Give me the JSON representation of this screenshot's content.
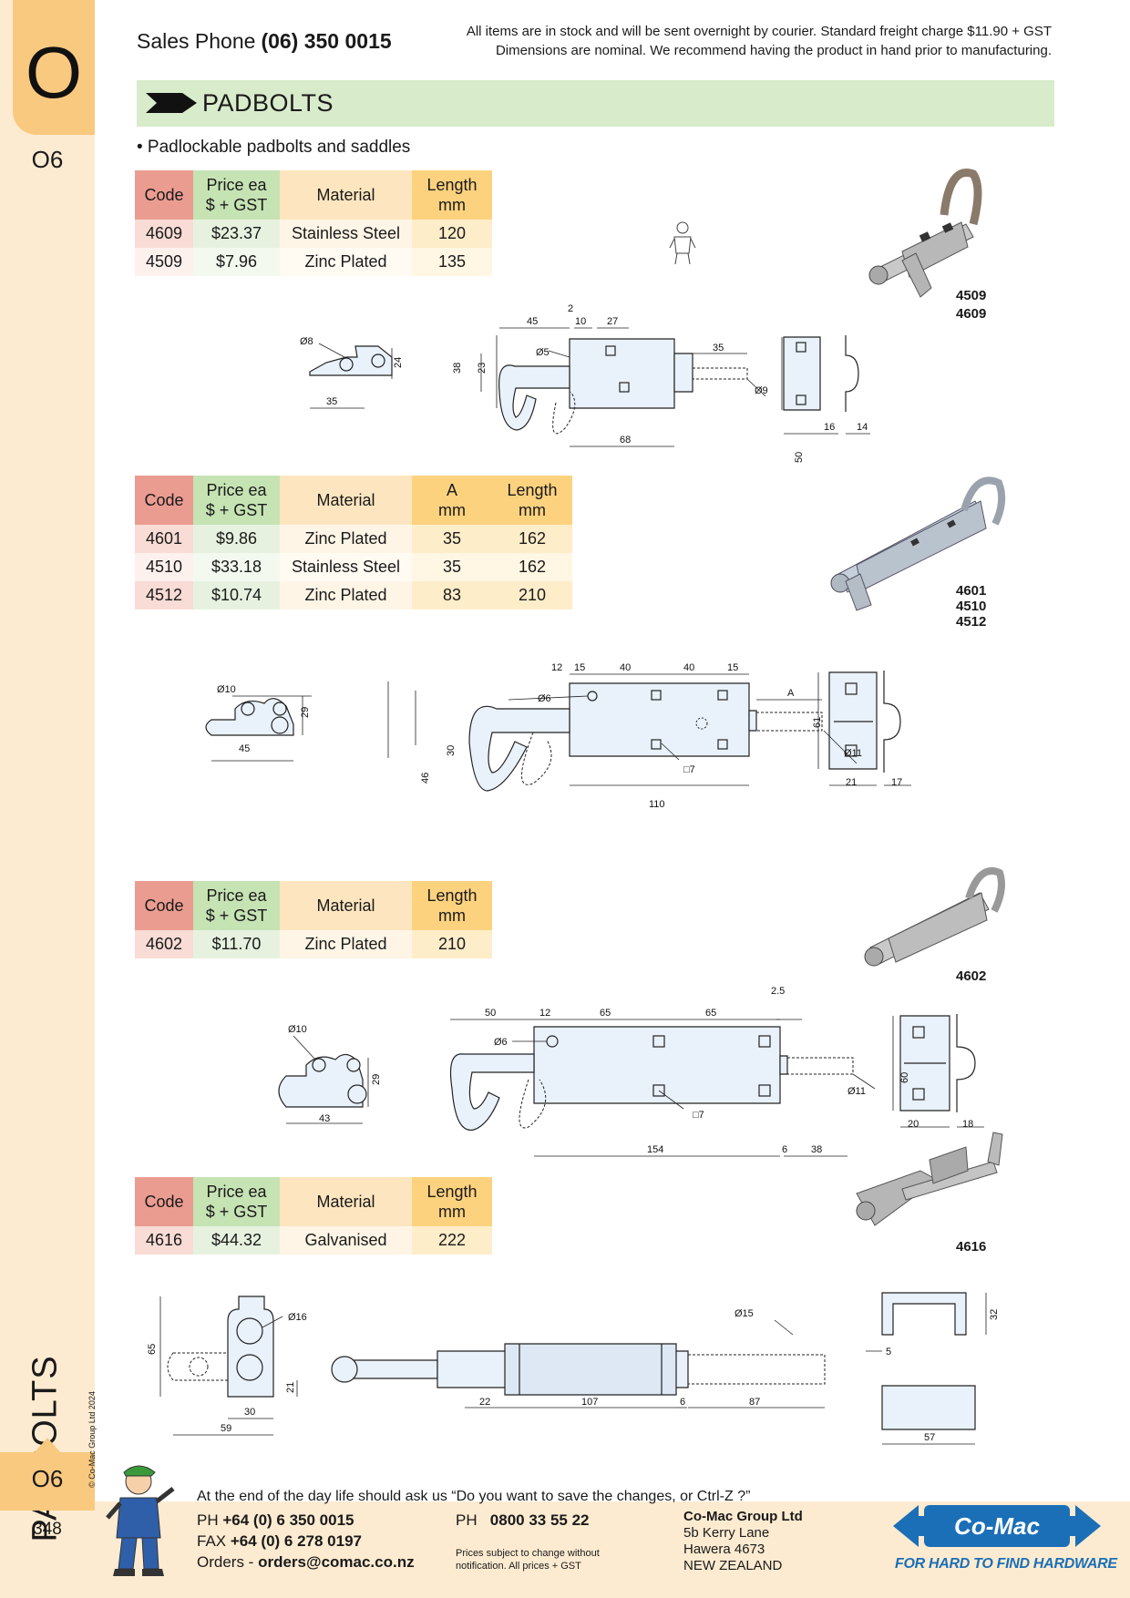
{
  "sidebar": {
    "letter": "O",
    "section_code_top": "O6",
    "vertical_title": "PADBOLTS",
    "section_code_bottom": "O6",
    "page_number": "348",
    "copyright": "© Co-Mac Group Ltd 2024"
  },
  "header": {
    "sales_label": "Sales Phone",
    "sales_phone": "(06) 350 0015",
    "note_line1": "All items are in stock and will be sent overnight by courier. Standard freight charge $11.90 + GST",
    "note_line2": "Dimensions are nominal. We recommend having the product in hand prior to manufacturing."
  },
  "title": "PADBOLTS",
  "bullet": "• Padlockable padbolts and saddles",
  "tables": [
    {
      "headers": [
        "Code",
        "Price ea\n$ + GST",
        "Material",
        "Length\nmm"
      ],
      "rows": [
        [
          "4609",
          "$23.37",
          "Stainless Steel",
          "120"
        ],
        [
          "4509",
          "$7.96",
          "Zinc Plated",
          "135"
        ]
      ]
    },
    {
      "headers": [
        "Code",
        "Price ea\n$ + GST",
        "Material",
        "A\nmm",
        "Length\nmm"
      ],
      "rows": [
        [
          "4601",
          "$9.86",
          "Zinc Plated",
          "35",
          "162"
        ],
        [
          "4510",
          "$33.18",
          "Stainless Steel",
          "35",
          "162"
        ],
        [
          "4512",
          "$10.74",
          "Zinc Plated",
          "83",
          "210"
        ]
      ]
    },
    {
      "headers": [
        "Code",
        "Price ea\n$ + GST",
        "Material",
        "Length\nmm"
      ],
      "rows": [
        [
          "4602",
          "$11.70",
          "Zinc Plated",
          "210"
        ]
      ]
    },
    {
      "headers": [
        "Code",
        "Price ea\n$ + GST",
        "Material",
        "Length\nmm"
      ],
      "rows": [
        [
          "4616",
          "$44.32",
          "Galvanised",
          "222"
        ]
      ]
    }
  ],
  "product_labels": {
    "p1_a": "4509",
    "p1_b": "4609",
    "p2_a": "4601",
    "p2_b": "4510",
    "p2_c": "4512",
    "p3_a": "4602",
    "p4_a": "4616"
  },
  "dims": {
    "d1": {
      "dia8": "Ø8",
      "w35": "35",
      "h24": "24",
      "h38": "38",
      "h23": "23",
      "w45": "45",
      "w2": "2",
      "w10": "10",
      "w27": "27",
      "dia5": "Ø5",
      "w35b": "35",
      "dia9": "Ø9",
      "w68": "68",
      "h50": "50",
      "w16": "16",
      "w14": "14"
    },
    "d2": {
      "dia10": "Ø10",
      "w45": "45",
      "h29": "29",
      "h46": "46",
      "h30": "30",
      "w12": "12",
      "w15": "15",
      "w40a": "40",
      "w40b": "40",
      "w15b": "15",
      "dia6": "Ø6",
      "A": "A",
      "dia11": "Ø11",
      "sq7": "□7",
      "w110": "110",
      "h61": "61",
      "w21": "21",
      "w17": "17"
    },
    "d3": {
      "dia10": "Ø10",
      "w43": "43",
      "h29": "29",
      "w50": "50",
      "w12": "12",
      "w65a": "65",
      "w65b": "65",
      "w25": "2.5",
      "dia6": "Ø6",
      "dia11": "Ø11",
      "sq7": "□7",
      "w154": "154",
      "w6": "6",
      "w38": "38",
      "h60": "60",
      "w20": "20",
      "w18": "18"
    },
    "d4": {
      "dia16": "Ø16",
      "h65": "65",
      "h21": "21",
      "w30": "30",
      "w59": "59",
      "dia15": "Ø15",
      "w22": "22",
      "w107": "107",
      "w6": "6",
      "w87": "87",
      "h32": "32",
      "w5": "5",
      "w57": "57"
    }
  },
  "footer": {
    "tagline": "At the end of the day life should ask us “Do you want to save the changes, or Ctrl-Z ?”",
    "ph_label": "PH",
    "ph_value": "+64 (0) 6 350 0015",
    "fax_label": "FAX",
    "fax_value": "+64 (0) 6 278 0197",
    "orders_label": "Orders -",
    "orders_value": "orders@comac.co.nz",
    "ph2_label": "PH",
    "ph2_value": "0800 33 55 22",
    "price_note_line1": "Prices subject to change without",
    "price_note_line2": "notification. All prices + GST",
    "company_name": "Co-Mac Group Ltd",
    "address1": "5b Kerry Lane",
    "address2": "Hawera 4673",
    "address3": "NEW ZEALAND",
    "logo_text": "Co-Mac",
    "logo_tagline": "FOR HARD TO FIND HARDWARE"
  },
  "colors": {
    "sidebar": "#fdebd1",
    "tab": "#f9c97f",
    "title_bar": "#d8ebcb",
    "col_code": "#eb9c91",
    "col_price": "#c6e3b4",
    "col_material": "#fde6bf",
    "col_length": "#fdd27f",
    "logo_blue": "#1b6fb7"
  }
}
